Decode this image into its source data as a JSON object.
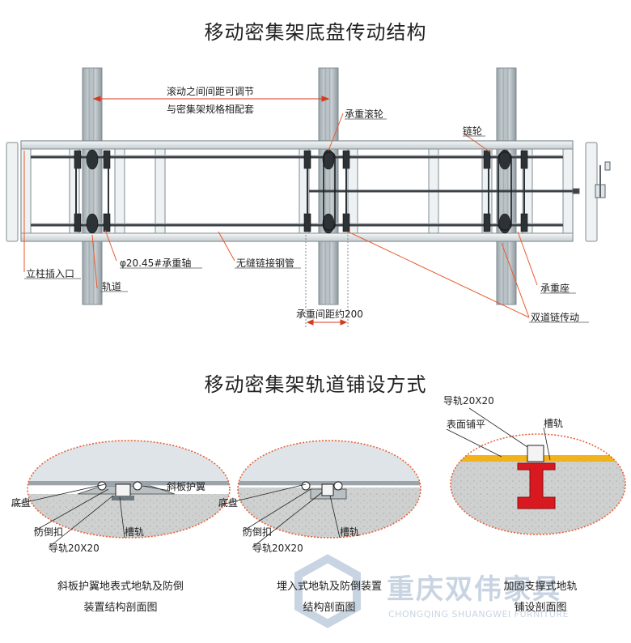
{
  "top": {
    "title": "移动密集架底盘传动结构",
    "note_line1": "滚动之间间距可调节",
    "note_line2": "与密集架规格相配套",
    "labels": {
      "bearing_wheel": "承重滚轮",
      "sprocket": "链轮",
      "column_socket": "立柱插入口",
      "rail": "轨道",
      "axle": "φ20.45#承重轴",
      "seamless_tube": "无缝链接钢管",
      "bearing_seat": "承重座",
      "bearing_spacing": "承重间距约200",
      "double_chain": "双道链传动"
    }
  },
  "bottom": {
    "title": "移动密集架轨道铺设方式",
    "d1": {
      "chassis": "底盘",
      "wing": "斜板护翼",
      "anti_tip": "防倒扣",
      "groove": "槽轨",
      "guide": "导轨20X20",
      "caption_line1": "斜板护翼地表式地轨及防倒",
      "caption_line2": "装置结构剖面图"
    },
    "d2": {
      "chassis": "底盘",
      "anti_tip": "防倒扣",
      "groove": "槽轨",
      "guide": "导轨20X20",
      "caption_line1": "埋入式地轨及防倒装置",
      "caption_line2": "结构剖面图"
    },
    "d3": {
      "guide": "导轨20X20",
      "surface": "表面铺平",
      "groove": "槽轨",
      "caption_line1": "加固支撑式地轨",
      "caption_line2": "铺设剖面图"
    }
  },
  "watermark": {
    "cn": "重庆双伟家具",
    "en": "CHONGQING SHUANGWEI FURNITURE"
  },
  "colors": {
    "leader": "#e85a2a",
    "frame_fill": "#eef2f3",
    "frame_stroke": "#8e9aa0",
    "ellipse_border": "#e8623a",
    "concrete": "#cfd0d0",
    "rail_red": "#d8191f",
    "surface_yellow": "#f2b21c"
  }
}
